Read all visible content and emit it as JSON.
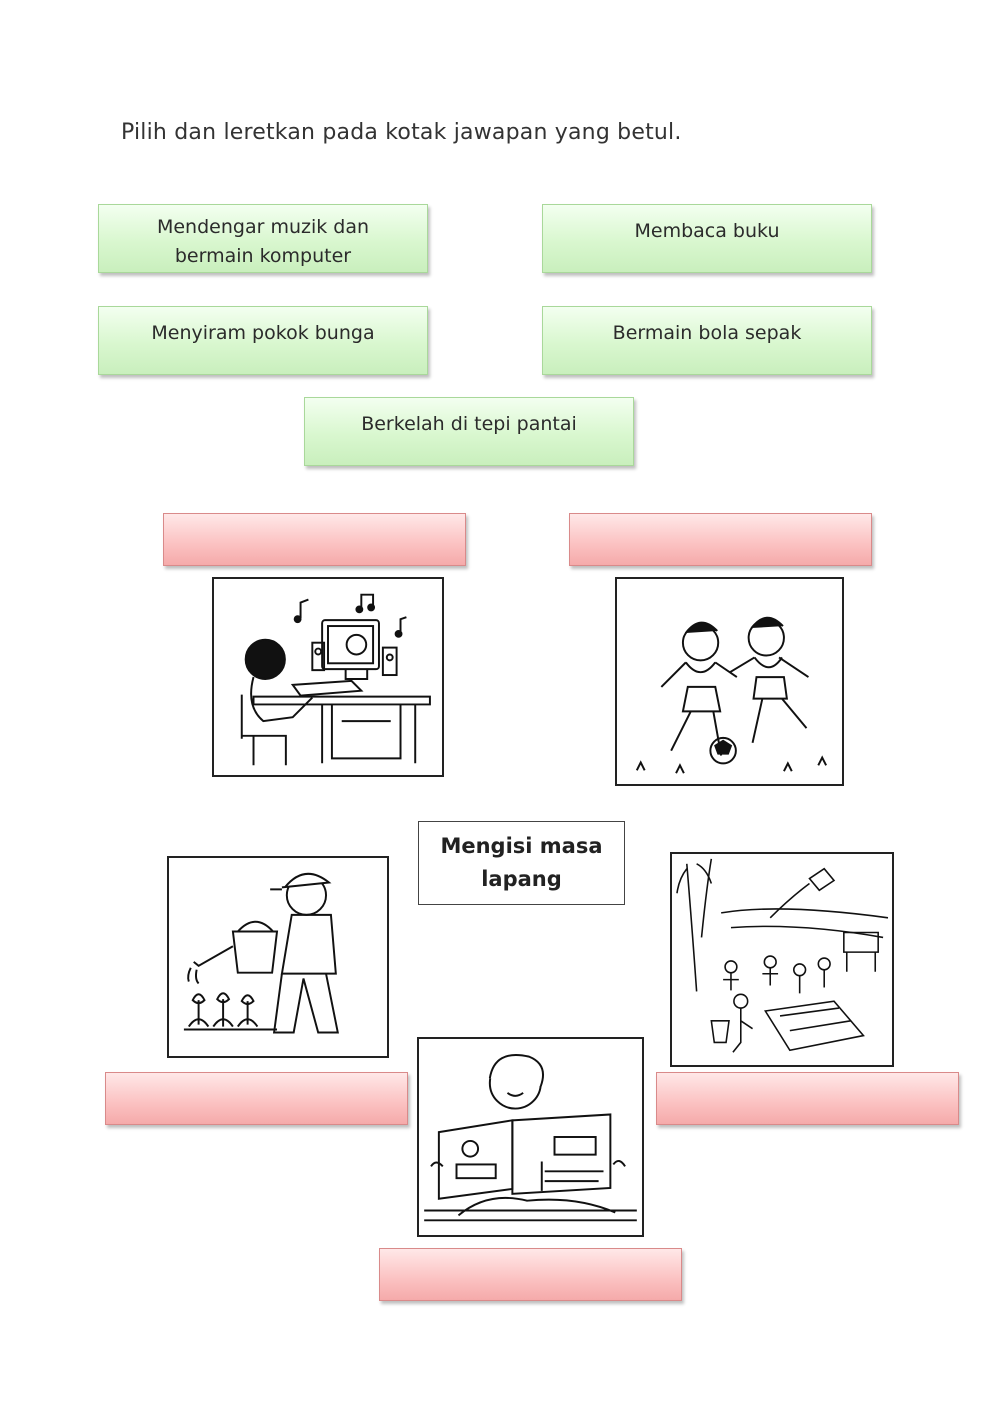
{
  "instruction": "Pilih dan leretkan pada kotak jawapan yang betul.",
  "options": [
    {
      "line1": "Mendengar muzik dan",
      "line2": "bermain komputer"
    },
    {
      "label": "Membaca buku"
    },
    {
      "label": "Menyiram pokok bunga"
    },
    {
      "label": "Bermain bola sepak"
    },
    {
      "label": "Berkelah di tepi pantai"
    }
  ],
  "center": {
    "line1": "Mengisi masa",
    "line2": "lapang"
  },
  "colors": {
    "option_fill": "#d9f7cf",
    "drop_fill": "#fbc1c1"
  },
  "pictures": [
    "computer-music-picture",
    "football-picture",
    "watering-flowers-picture",
    "beach-picnic-picture",
    "reading-book-picture"
  ]
}
